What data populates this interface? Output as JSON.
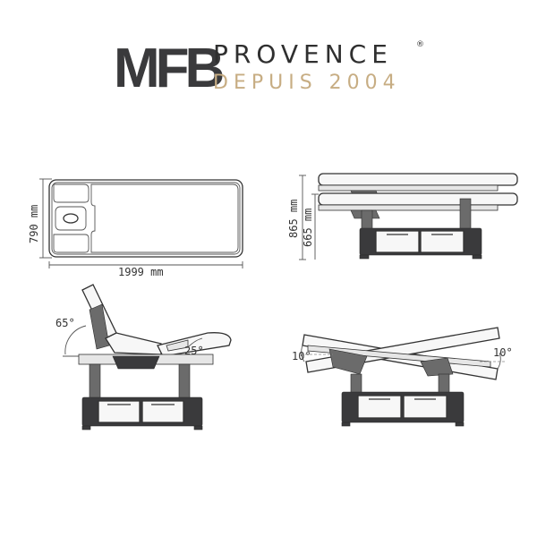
{
  "brand": {
    "mark": "MFB",
    "name": "PROVENCE",
    "registered": "®",
    "tagline": "DEPUIS 2004"
  },
  "top_view": {
    "length": "1999 mm",
    "width": "790 mm"
  },
  "side_view": {
    "max_height": "865 mm",
    "min_height": "665 mm"
  },
  "backrest_view": {
    "back_angle": "65°",
    "leg_angle": "25°"
  },
  "tilt_view": {
    "tilt_left": "10°",
    "tilt_right": "10°"
  },
  "colors": {
    "logo_dark": "#3a3a3c",
    "logo_gold": "#c7ad83"
  }
}
